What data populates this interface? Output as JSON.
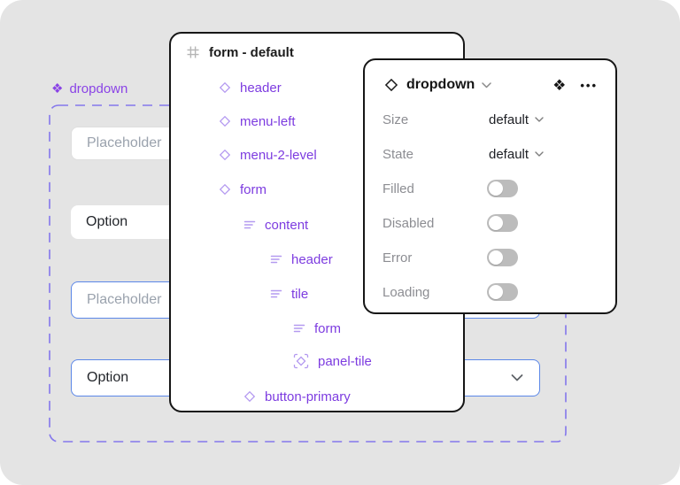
{
  "colors": {
    "canvas_bg": "#e4e4e4",
    "accent_purple": "#8a43e6",
    "tree_text_purple": "#7d3ce0",
    "tree_icon_purple": "#b49af0",
    "focus_blue": "#5b87e8",
    "panel_border": "#161616",
    "dashed_selection": "#8477ec",
    "toggle_track_off": "#bcbcbc"
  },
  "canvas": {
    "component_tag": {
      "icon": "component-icon",
      "glyph": "❖",
      "label": "dropdown"
    }
  },
  "preview": {
    "input_default": {
      "placeholder": "Placeholder"
    },
    "option_default": {
      "label": "Option"
    },
    "input_focused": {
      "placeholder": "Placeholder"
    },
    "option_focused": {
      "label": "Option",
      "chevron": "chevron-down-icon"
    }
  },
  "layers_panel": {
    "title": "form - default",
    "items": [
      {
        "label": "header",
        "icon": "instance-diamond",
        "level": 1
      },
      {
        "label": "menu-left",
        "icon": "instance-diamond",
        "level": 1
      },
      {
        "label": "menu-2-level",
        "icon": "instance-diamond",
        "level": 1
      },
      {
        "label": "form",
        "icon": "instance-diamond",
        "level": 1
      },
      {
        "label": "content",
        "icon": "list-lines",
        "level": 2
      },
      {
        "label": "header",
        "icon": "list-lines",
        "level": 3
      },
      {
        "label": "tile",
        "icon": "list-lines",
        "level": 3
      },
      {
        "label": "form",
        "icon": "list-lines",
        "level": 4
      },
      {
        "label": "panel-tile",
        "icon": "instance-frame",
        "level": 4
      },
      {
        "label": "button-primary",
        "icon": "instance-diamond",
        "level": 2
      }
    ]
  },
  "properties_panel": {
    "title": "dropdown",
    "component_icon_glyph": "❖",
    "menu_icon_glyph": "•••",
    "selects": [
      {
        "label": "Size",
        "value": "default"
      },
      {
        "label": "State",
        "value": "default"
      }
    ],
    "toggles": [
      {
        "label": "Filled",
        "on": false
      },
      {
        "label": "Disabled",
        "on": false
      },
      {
        "label": "Error",
        "on": false
      },
      {
        "label": "Loading",
        "on": false
      }
    ]
  }
}
